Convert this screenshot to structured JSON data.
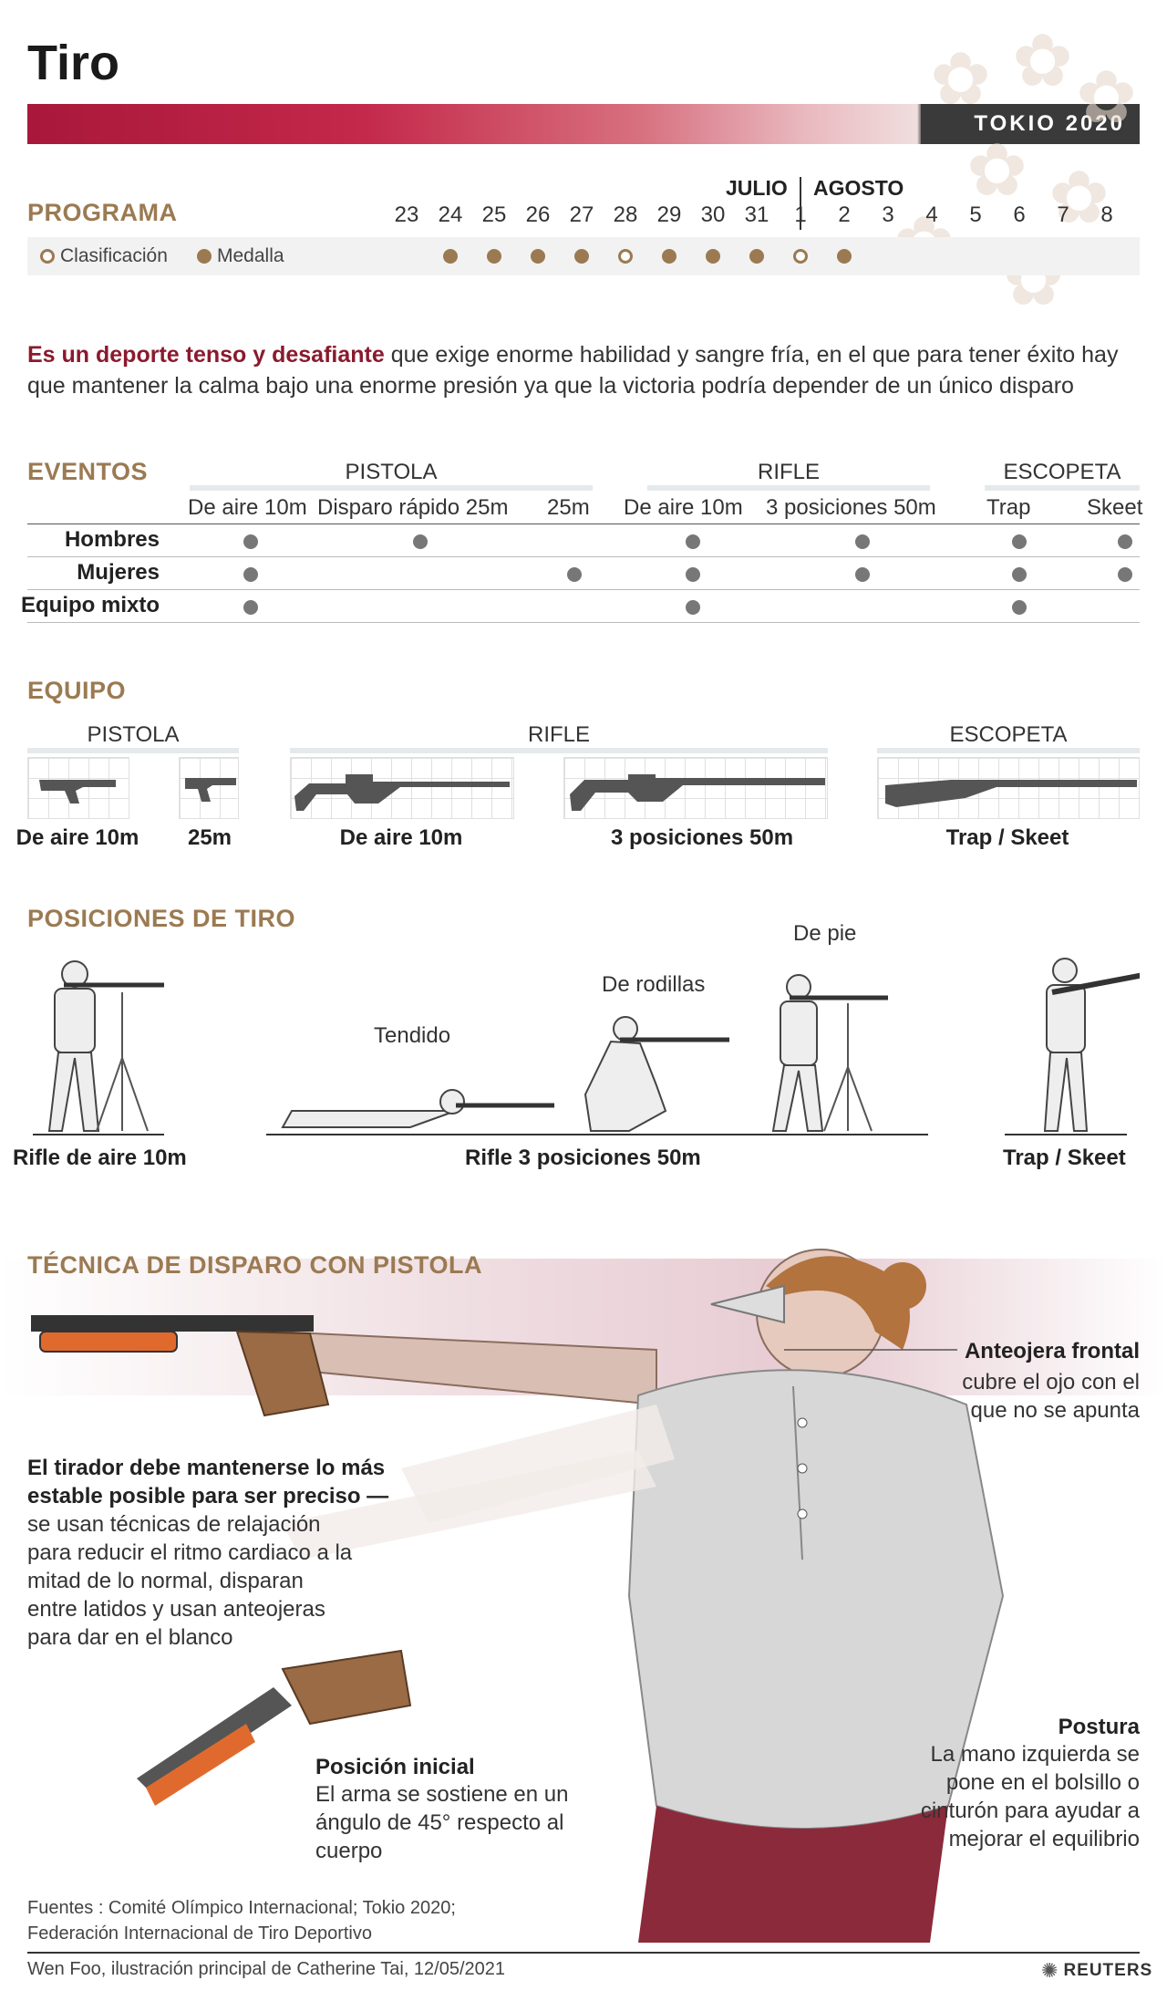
{
  "header": {
    "title": "Tiro",
    "tag": "TOKIO 2020"
  },
  "programa": {
    "heading": "PROGRAMA",
    "month_july": "JULIO",
    "month_august": "AGOSTO",
    "days": [
      "23",
      "24",
      "25",
      "26",
      "27",
      "28",
      "29",
      "30",
      "31",
      "1",
      "2",
      "3",
      "4",
      "5",
      "6",
      "7",
      "8"
    ],
    "legend_classification": "Clasificación",
    "legend_medal": "Medalla",
    "schedule": [
      "none",
      "medal",
      "medal",
      "medal",
      "medal",
      "classification",
      "medal",
      "medal",
      "medal",
      "classification",
      "medal",
      "none",
      "none",
      "none",
      "none",
      "none",
      "none"
    ]
  },
  "intro": {
    "lead": "Es un deporte tenso y desafiante",
    "rest": " que exige enorme habilidad y sangre fría, en el que para tener éxito hay que mantener la calma bajo una enorme presión ya que la victoria podría depender de un único disparo"
  },
  "eventos": {
    "heading": "EVENTOS",
    "categories": [
      "PISTOLA",
      "RIFLE",
      "ESCOPETA"
    ],
    "columns": [
      "De aire 10m",
      "Disparo rápido 25m",
      "25m",
      "De aire 10m",
      "3 posiciones 50m",
      "Trap",
      "Skeet"
    ],
    "rows": [
      {
        "label": "Hombres",
        "cells": [
          true,
          true,
          false,
          true,
          true,
          true,
          true
        ]
      },
      {
        "label": "Mujeres",
        "cells": [
          true,
          false,
          true,
          true,
          true,
          true,
          true
        ]
      },
      {
        "label": "Equipo mixto",
        "cells": [
          true,
          false,
          false,
          true,
          false,
          true,
          false
        ]
      }
    ]
  },
  "equipo": {
    "heading": "EQUIPO",
    "categories": [
      "PISTOLA",
      "RIFLE",
      "ESCOPETA"
    ],
    "items": [
      "De aire 10m",
      "25m",
      "De aire 10m",
      "3 posiciones 50m",
      "Trap / Skeet"
    ]
  },
  "posiciones": {
    "heading": "POSICIONES DE TIRO",
    "labels": [
      "Tendido",
      "De rodillas",
      "De pie"
    ],
    "bottom": [
      "Rifle de aire 10m",
      "Rifle 3 posiciones 50m",
      "Trap / Skeet"
    ]
  },
  "tecnica": {
    "heading": "TÉCNICA DE DISPARO CON PISTOLA",
    "anteojera_title": "Anteojera frontal",
    "anteojera_text": "cubre el ojo con el que no se apunta",
    "tirador_title": "El tirador debe mantenerse lo más estable posible para ser preciso —",
    "tirador_text": "se usan técnicas de relajación para reducir el ritmo cardiaco a la mitad de lo normal, disparan entre latidos y usan anteojeras para dar en el blanco",
    "posicion_title": "Posición inicial",
    "posicion_text": "El arma se sostiene en un ángulo de 45° respecto al cuerpo",
    "postura_title": "Postura",
    "postura_text": "La mano izquierda se pone en el bolsillo o cinturón para ayudar a mejorar el equilibrio"
  },
  "footer": {
    "sources": "Fuentes : Comité Olímpico Internacional; Tokio 2020; Federación Internacional de Tiro Deportivo",
    "credit": "Wen Foo, ilustración principal de Catherine Tai, 12/05/2021",
    "brand": "REUTERS"
  }
}
